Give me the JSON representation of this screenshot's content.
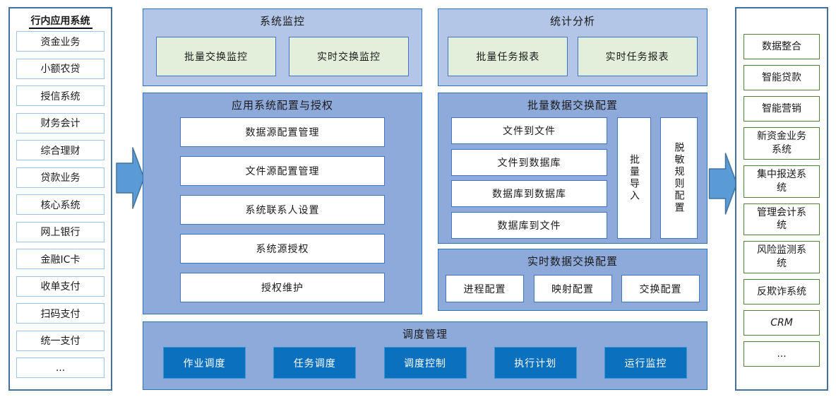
{
  "left_panel": {
    "title": "行内应用系统",
    "items": [
      "资金业务",
      "小额农贷",
      "授信系统",
      "财务会计",
      "综合理财",
      "贷款业务",
      "核心系统",
      "网上银行",
      "金融IC卡",
      "收单支付",
      "扫码支付",
      "统一支付",
      "..."
    ]
  },
  "monitor": {
    "title": "系统监控",
    "items": [
      "批量交换监控",
      "实时交换监控"
    ]
  },
  "stats": {
    "title": "统计分析",
    "items": [
      "批量任务报表",
      "实时任务报表"
    ]
  },
  "app_config": {
    "title": "应用系统配置与授权",
    "items": [
      "数据源配置管理",
      "文件源配置管理",
      "系统联系人设置",
      "系统源授权",
      "授权维护"
    ]
  },
  "batch_config": {
    "title": "批量数据交换配置",
    "items": [
      "文件到文件",
      "文件到数据库",
      "数据库到数据库",
      "数据库到文件"
    ],
    "vertical_items": [
      "批量导入",
      "脱敏规则配置"
    ]
  },
  "realtime_config": {
    "title": "实时数据交换配置",
    "items": [
      "进程配置",
      "映射配置",
      "交换配置"
    ]
  },
  "schedule": {
    "title": "调度管理",
    "items": [
      "作业调度",
      "任务调度",
      "调度控制",
      "执行计划",
      "运行监控"
    ]
  },
  "right_panel": {
    "items": [
      "数据整合",
      "智能贷款",
      "智能营销",
      "新资金业务系统",
      "集中报送系统",
      "管理会计系统",
      "风险监测系统",
      "反欺诈系统",
      "CRM",
      "..."
    ]
  },
  "icons": {
    "left_flow_arrow": "right-block-arrow",
    "right_flow_arrow": "right-block-arrow"
  },
  "colors": {
    "panel_light": "#B4C6E7",
    "panel_mid": "#8EAADB",
    "panel_border": "#2E75B6",
    "green_box_bg": "#E2EFDA",
    "box_border": "#4472C4",
    "dark_button": "#0B70BE",
    "sidebar_border": "#41719C",
    "left_item_border": "#9DC3E6",
    "right_item_border": "#538135",
    "arrow_fill": "#5B9BD5",
    "arrow_stroke": "#41719C"
  }
}
